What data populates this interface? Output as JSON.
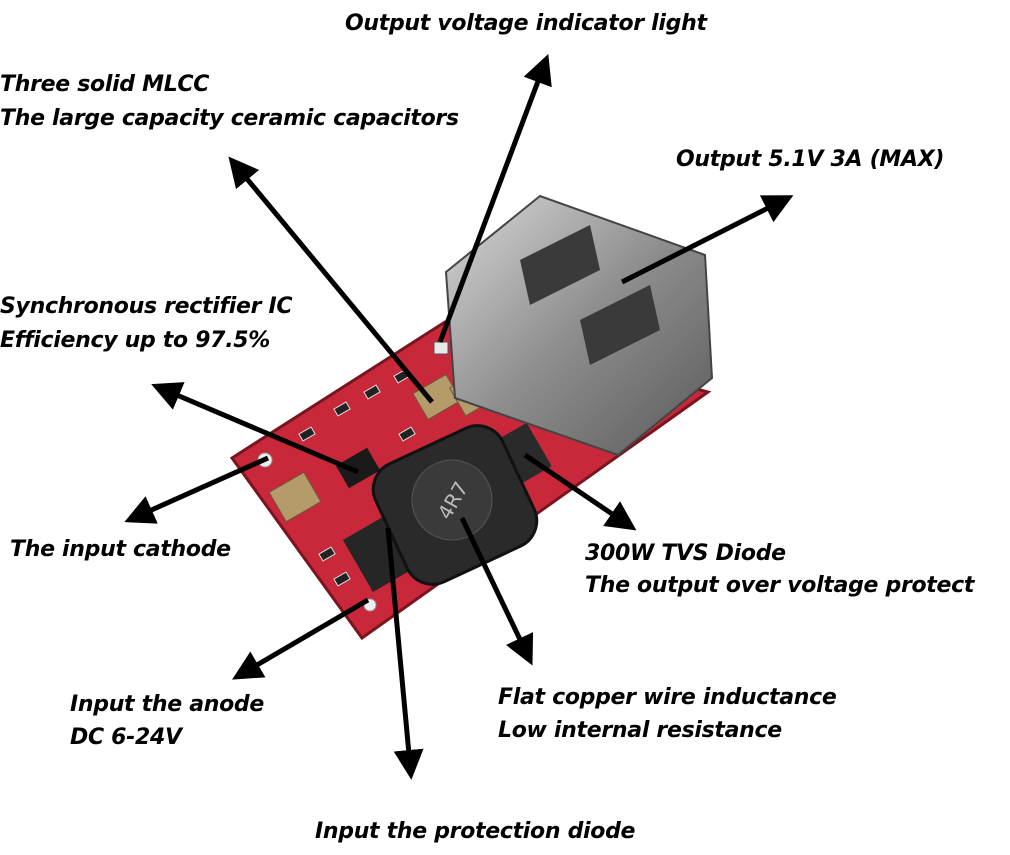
{
  "labels": {
    "indicator_light": "Output voltage indicator light",
    "mlcc_line1": "Three solid MLCC",
    "mlcc_line2": "The large capacity ceramic capacitors",
    "output": "Output 5.1V 3A (MAX)",
    "ic_line1": "Synchronous rectifier IC",
    "ic_line2": "Efficiency up to 97.5%",
    "input_cathode": "The input cathode",
    "tvs_line1": "300W TVS Diode",
    "tvs_line2": "The output over voltage protect",
    "anode_line1": "Input the anode",
    "anode_line2": "DC 6-24V",
    "inductance_line1": "Flat copper wire inductance",
    "inductance_line2": "Low internal resistance",
    "protection_diode": "Input the protection diode"
  },
  "product": {
    "inductor_marking": "4R7"
  },
  "colors": {
    "pcb": "#c8283a",
    "usb_metal": "#9a9a9a",
    "inductor": "#2a2a2a",
    "arrow": "#000000"
  }
}
